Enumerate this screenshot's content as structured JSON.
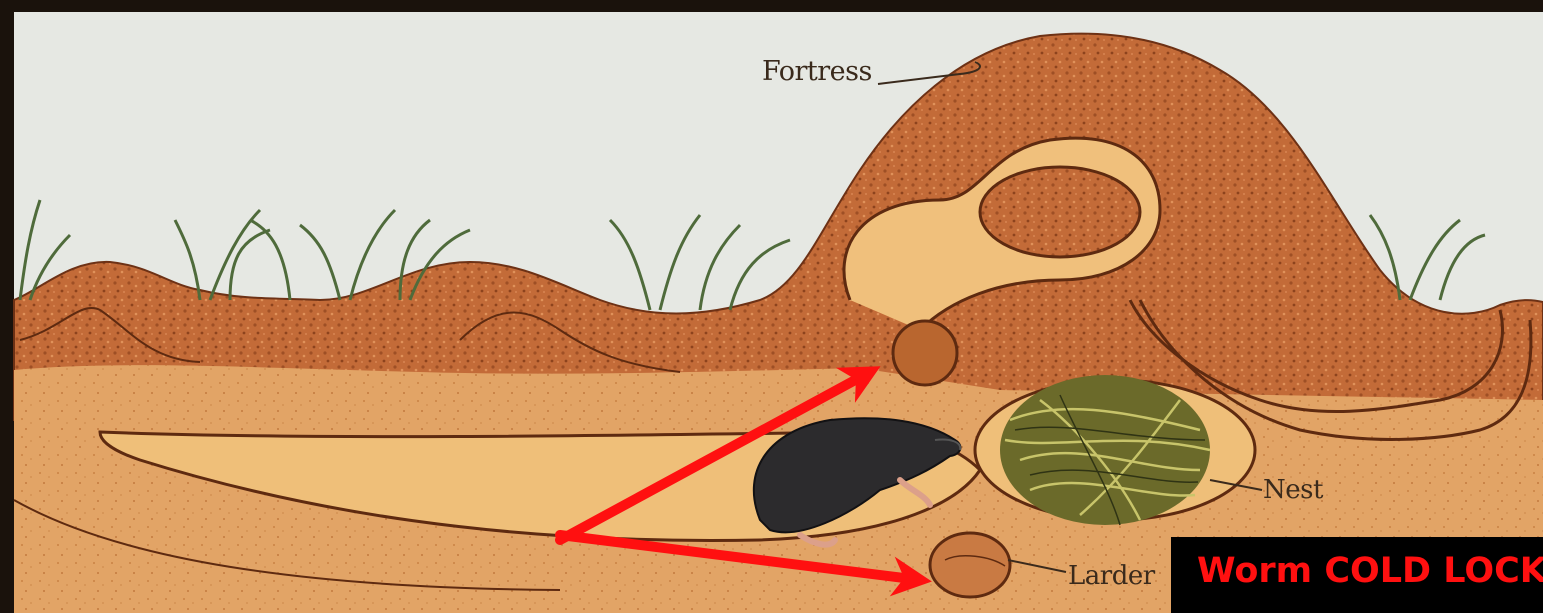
{
  "labels": {
    "fortress": "Fortress",
    "nest": "Nest",
    "larder": "Larder"
  },
  "caption": {
    "text": "Worm COLD LOCK"
  },
  "colors": {
    "sky": "#e6e8e3",
    "soil": "#c9743f",
    "tunnel": "#e8b36e",
    "annotation_arrow": "#ff1010",
    "caption_bg": "#000000",
    "caption_text": "#ff1010"
  },
  "icons": [
    "grass-tuft-icon",
    "mole-icon",
    "nest-icon",
    "larder-chamber-icon",
    "arrow-icon"
  ]
}
